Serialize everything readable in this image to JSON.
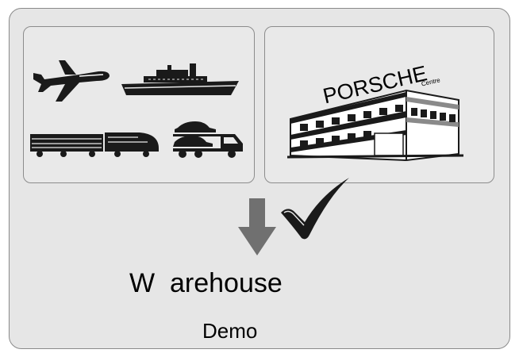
{
  "diagram": {
    "building": {
      "brand_sign": "PORSCHE",
      "brand_sub": "Centre"
    },
    "title": "W  arehouse",
    "subtitle": "Demo",
    "icons": {
      "transport": [
        "airplane-icon",
        "ship-icon",
        "train-icon",
        "car-transporter-icon"
      ],
      "destination": "warehouse-building-icon",
      "flow": "down-arrow-icon",
      "status": "checkmark-icon"
    },
    "colors": {
      "background": "#e6e6e6",
      "panel": "#e9e9e9",
      "border": "#8a8a8a",
      "arrow": "#707070",
      "ink": "#1a1a1a"
    }
  }
}
